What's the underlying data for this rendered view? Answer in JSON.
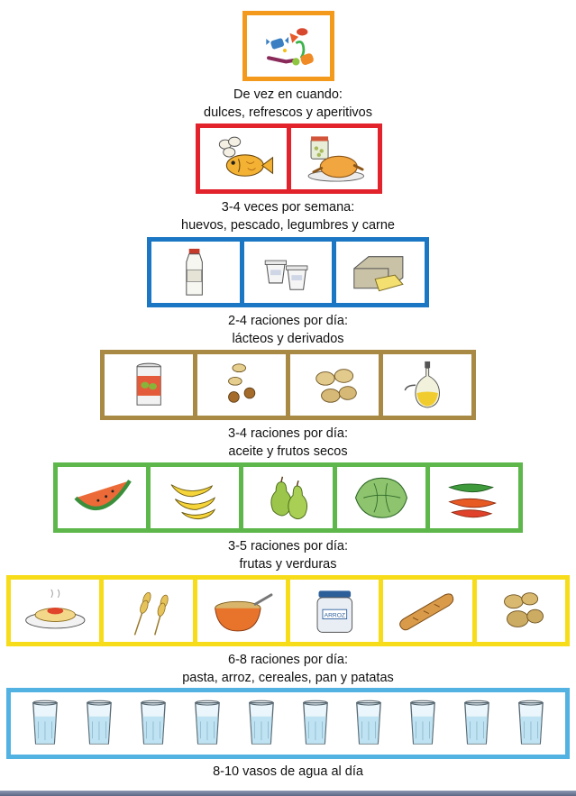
{
  "colors": {
    "orange": "#f39a1d",
    "red": "#e2232b",
    "blue": "#1b77c3",
    "olive": "#a88a45",
    "green": "#5db74a",
    "yellow": "#f7dc19",
    "lightblue": "#52b3e3"
  },
  "tiers": [
    {
      "icons": [
        "sweets-icon"
      ],
      "line1": "De vez en cuando:",
      "line2": "dulces, refrescos y aperitivos"
    },
    {
      "icons": [
        "eggs-fish-icon",
        "chicken-legumes-icon"
      ],
      "line1": "3-4 veces por semana:",
      "line2": "huevos, pescado, legumbres y carne"
    },
    {
      "icons": [
        "milk-bottle-icon",
        "yogurt-icon",
        "cheese-icon"
      ],
      "line1": "2-4 raciones por día:",
      "line2": "lácteos y derivados"
    },
    {
      "icons": [
        "olives-can-icon",
        "nuts-icon",
        "walnuts-icon",
        "oil-cruet-icon"
      ],
      "line1": "3-4 raciones por día:",
      "line2": "aceite y frutos secos"
    },
    {
      "icons": [
        "watermelon-icon",
        "bananas-icon",
        "pears-icon",
        "lettuce-icon",
        "peppers-icon"
      ],
      "line1": "3-5 raciones por día:",
      "line2": "frutas y verduras"
    },
    {
      "icons": [
        "pasta-plate-icon",
        "wheat-icon",
        "cereal-bowl-icon",
        "rice-jar-icon",
        "bread-icon",
        "potatoes-icon"
      ],
      "line1": "6-8 raciones por día:",
      "line2": "pasta, arroz, cereales, pan y patatas"
    },
    {
      "icons": [
        "water-glass-icon",
        "water-glass-icon",
        "water-glass-icon",
        "water-glass-icon",
        "water-glass-icon",
        "water-glass-icon",
        "water-glass-icon",
        "water-glass-icon",
        "water-glass-icon",
        "water-glass-icon"
      ],
      "line1": "8-10 vasos de agua al día",
      "line2": ""
    }
  ]
}
